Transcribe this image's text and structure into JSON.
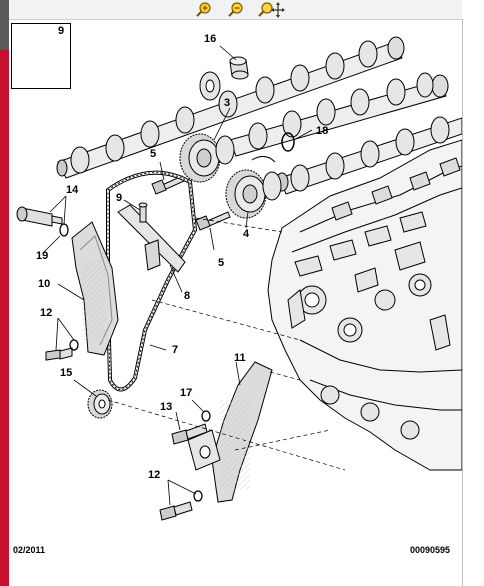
{
  "toolbar": {
    "icons": [
      "zoom-in-icon",
      "zoom-out-icon",
      "zoom-pan-icon"
    ]
  },
  "callouts": {
    "c3": "3",
    "c4": "4",
    "c5a": "5",
    "c5b": "5",
    "c7": "7",
    "c8": "8",
    "c9_inset": "9",
    "c9": "9",
    "c10": "10",
    "c11": "11",
    "c12a": "12",
    "c12b": "12",
    "c13": "13",
    "c14": "14",
    "c15": "15",
    "c16": "16",
    "c17": "17",
    "c18": "18",
    "c19": "19"
  },
  "footer": {
    "date": "02/2011",
    "ref": "00090595"
  },
  "colors": {
    "accent_bar": "#c8102e",
    "line": "#000000",
    "part_fill": "#e6e6e6",
    "engine_fill": "#f4f4f4"
  }
}
